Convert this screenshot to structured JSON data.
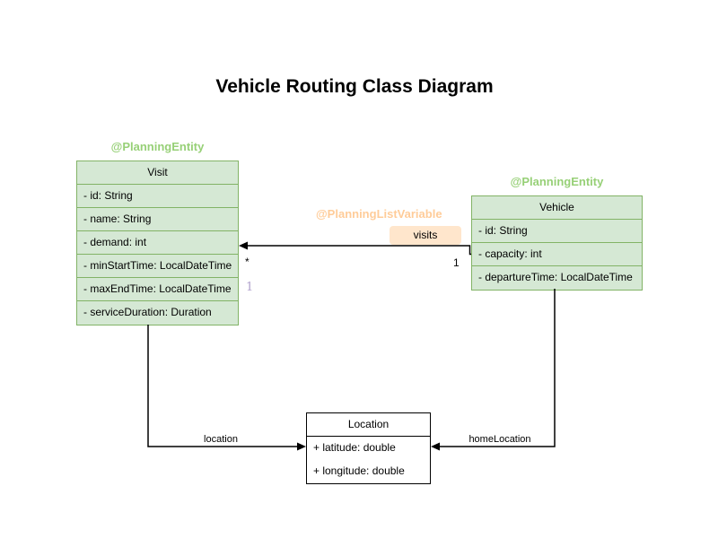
{
  "title": "Vehicle Routing Class Diagram",
  "colors": {
    "class_fill": "#d5e8d4",
    "class_border": "#82b366",
    "entity_annotation": "#97d077",
    "list_variable_annotation": "#ffcc99",
    "visits_label_bg": "#ffe6cc",
    "purple_multiplicity": "#b0a0cc",
    "plain_fill": "#ffffff",
    "plain_border": "#000000"
  },
  "classes": {
    "visit": {
      "annotation": "@PlanningEntity",
      "name": "Visit",
      "attributes": [
        "- id: String",
        "- name: String",
        "- demand: int",
        "- minStartTime: LocalDateTime",
        "- maxEndTime: LocalDateTime",
        "- serviceDuration: Duration"
      ]
    },
    "vehicle": {
      "annotation": "@PlanningEntity",
      "name": "Vehicle",
      "attributes": [
        "- id: String",
        "- capacity: int",
        "- departureTime: LocalDateTime"
      ]
    },
    "location": {
      "name": "Location",
      "attributes": [
        "+ latitude: double",
        "+ longitude: double"
      ]
    }
  },
  "edges": {
    "visits": {
      "annotation": "@PlanningListVariable",
      "label": "visits",
      "multiplicity_near_visit": "*",
      "multiplicity_near_vehicle": "1",
      "secondary_marker": "1"
    },
    "location": {
      "label": "location"
    },
    "home_location": {
      "label": "homeLocation"
    }
  }
}
